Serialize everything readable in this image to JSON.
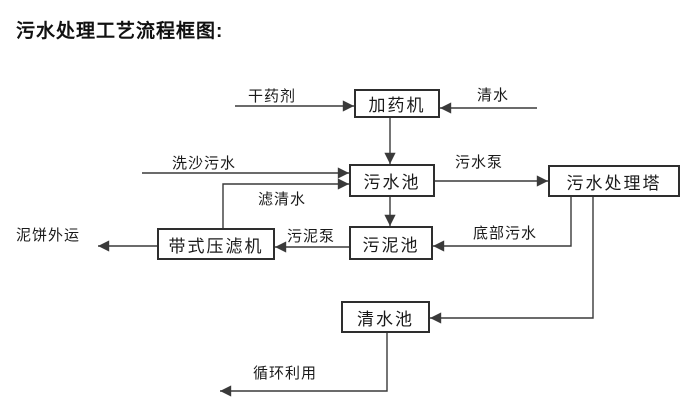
{
  "title": "污水处理工艺流程框图:",
  "nodes": {
    "dosing_machine": "加药机",
    "sewage_pool": "污水池",
    "treatment_tower": "污水处理塔",
    "sludge_pool": "污泥池",
    "belt_filter_press": "带式压滤机",
    "clear_water_pool": "清水池"
  },
  "edge_labels": {
    "dry_chemical": "干药剂",
    "clear_water": "清水",
    "sand_washing_sewage": "洗沙污水",
    "sewage_pump": "污水泵",
    "filtered_water": "滤清水",
    "sludge_pump": "污泥泵",
    "mud_cake_out": "泥饼外运",
    "bottom_sewage": "底部污水",
    "recycling": "循环利用"
  },
  "colors": {
    "line": "#3a3a3a",
    "text": "#000000",
    "background": "#ffffff"
  }
}
